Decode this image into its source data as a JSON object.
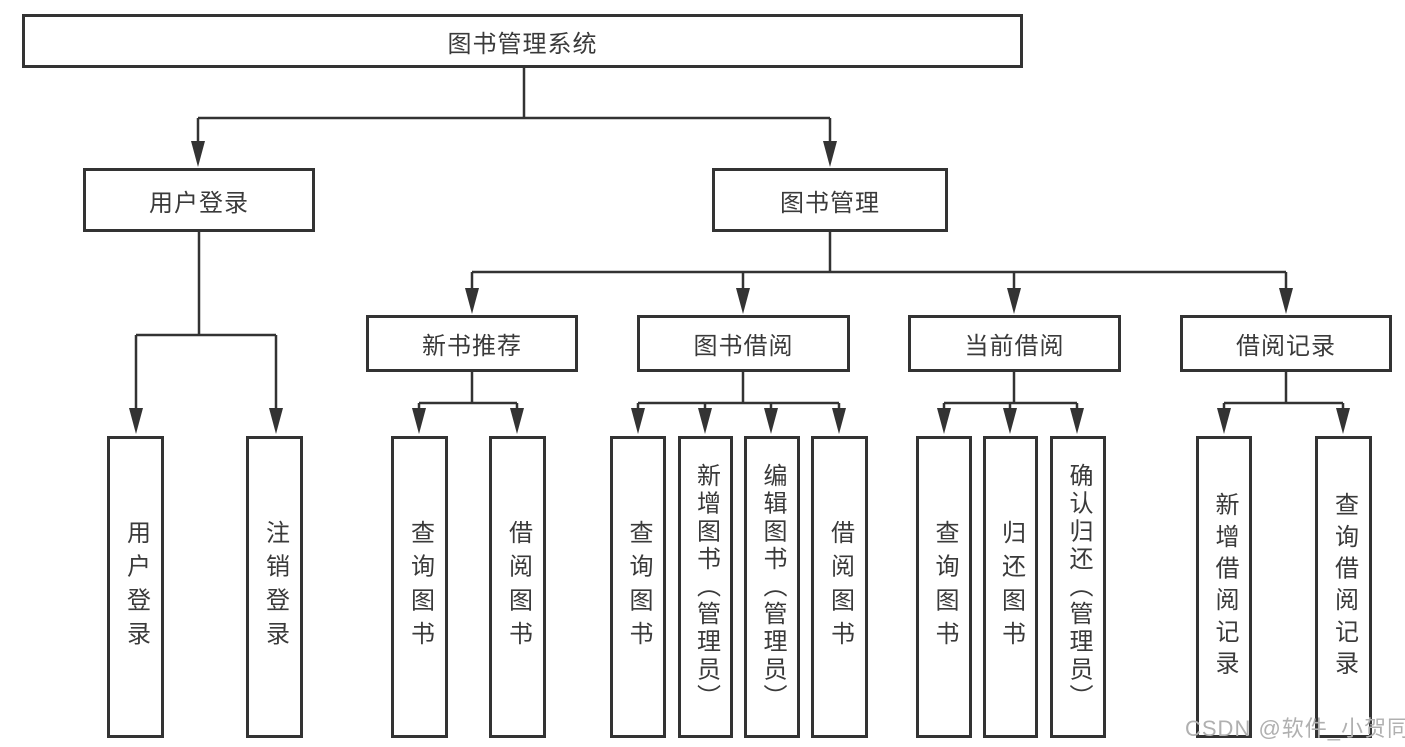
{
  "diagram": {
    "title": "图书管理系统",
    "root": {
      "label": "图书管理系统"
    },
    "branches": [
      {
        "label": "用户登录",
        "children": [
          {
            "label": "用户登录"
          },
          {
            "label": "注销登录"
          }
        ]
      },
      {
        "label": "图书管理",
        "children": [
          {
            "label": "新书推荐",
            "children": [
              {
                "label": "查询图书"
              },
              {
                "label": "借阅图书"
              }
            ]
          },
          {
            "label": "图书借阅",
            "children": [
              {
                "label": "查询图书"
              },
              {
                "label": "新增图书（管理员）"
              },
              {
                "label": "编辑图书（管理员）"
              },
              {
                "label": "借阅图书"
              }
            ]
          },
          {
            "label": "当前借阅",
            "children": [
              {
                "label": "查询图书"
              },
              {
                "label": "归还图书"
              },
              {
                "label": "确认归还（管理员）"
              }
            ]
          },
          {
            "label": "借阅记录",
            "children": [
              {
                "label": "新增借阅记录"
              },
              {
                "label": "查询借阅记录"
              }
            ]
          }
        ]
      }
    ]
  },
  "watermark": {
    "text": "CSDN @软件_小贺同学"
  },
  "colors": {
    "line": "#333333",
    "box_border": "#333333",
    "text": "#3a3a3a",
    "watermark": "#b0b0b0",
    "background": "#ffffff"
  }
}
